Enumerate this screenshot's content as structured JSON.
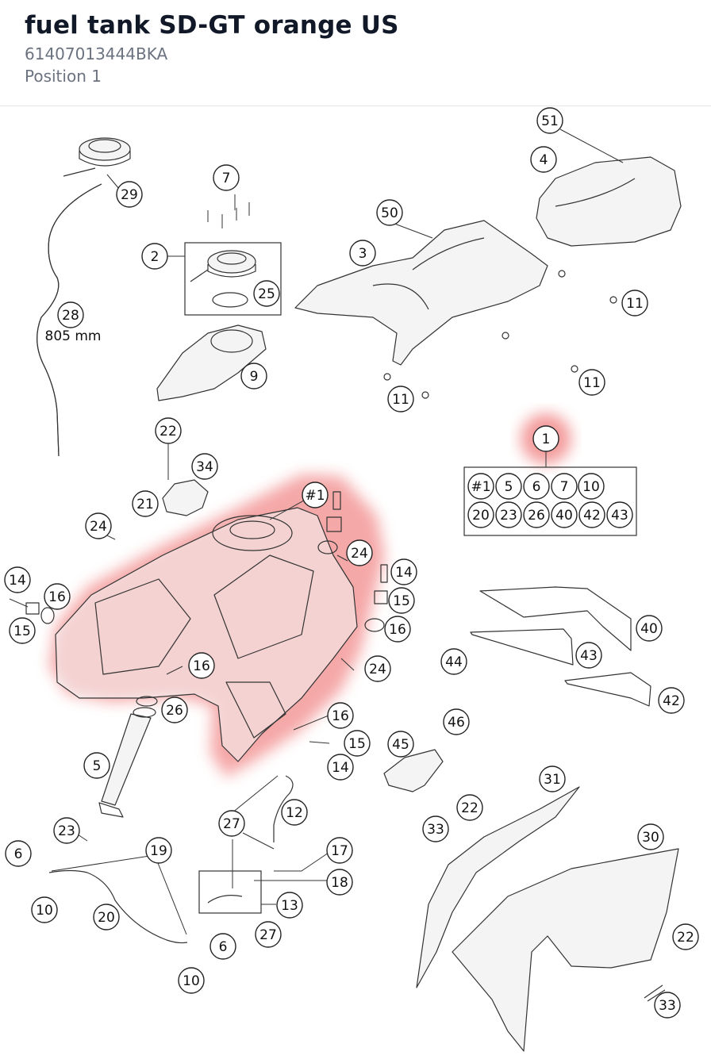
{
  "header": {
    "title": "fuel tank SD-GT orange US",
    "part_number": "61407013444BKA",
    "position_label": "Position 1"
  },
  "highlight_color": "#f28b8b",
  "callouts": [
    {
      "id": "c51",
      "label": "51"
    },
    {
      "id": "c4",
      "label": "4"
    },
    {
      "id": "c29",
      "label": "29"
    },
    {
      "id": "c7",
      "label": "7"
    },
    {
      "id": "c50",
      "label": "50"
    },
    {
      "id": "c2",
      "label": "2"
    },
    {
      "id": "c3",
      "label": "3"
    },
    {
      "id": "c25",
      "label": "25"
    },
    {
      "id": "c11a",
      "label": "11"
    },
    {
      "id": "c28",
      "label": "28"
    },
    {
      "id": "c9",
      "label": "9"
    },
    {
      "id": "c11b",
      "label": "11"
    },
    {
      "id": "c11c",
      "label": "11"
    },
    {
      "id": "c1",
      "label": "1"
    },
    {
      "id": "c22a",
      "label": "22"
    },
    {
      "id": "c34",
      "label": "34"
    },
    {
      "id": "c21",
      "label": "21"
    },
    {
      "id": "c1hash",
      "label": "#1"
    },
    {
      "id": "c24a",
      "label": "24"
    },
    {
      "id": "c24b",
      "label": "24"
    },
    {
      "id": "c14a",
      "label": "14"
    },
    {
      "id": "c14b",
      "label": "14"
    },
    {
      "id": "c16a",
      "label": "16"
    },
    {
      "id": "c15a",
      "label": "15"
    },
    {
      "id": "c15b",
      "label": "15"
    },
    {
      "id": "c16b",
      "label": "16"
    },
    {
      "id": "c40",
      "label": "40"
    },
    {
      "id": "c43",
      "label": "43"
    },
    {
      "id": "c44",
      "label": "44"
    },
    {
      "id": "c24c",
      "label": "24"
    },
    {
      "id": "c16c",
      "label": "16"
    },
    {
      "id": "c42",
      "label": "42"
    },
    {
      "id": "c26",
      "label": "26"
    },
    {
      "id": "c16d",
      "label": "16"
    },
    {
      "id": "c46",
      "label": "46"
    },
    {
      "id": "c15c",
      "label": "15"
    },
    {
      "id": "c45",
      "label": "45"
    },
    {
      "id": "c5",
      "label": "5"
    },
    {
      "id": "c14c",
      "label": "14"
    },
    {
      "id": "c31",
      "label": "31"
    },
    {
      "id": "c12",
      "label": "12"
    },
    {
      "id": "c22b",
      "label": "22"
    },
    {
      "id": "c27a",
      "label": "27"
    },
    {
      "id": "c23",
      "label": "23"
    },
    {
      "id": "c33a",
      "label": "33"
    },
    {
      "id": "c30",
      "label": "30"
    },
    {
      "id": "c19",
      "label": "19"
    },
    {
      "id": "c6a",
      "label": "6"
    },
    {
      "id": "c17",
      "label": "17"
    },
    {
      "id": "c18",
      "label": "18"
    },
    {
      "id": "c13",
      "label": "13"
    },
    {
      "id": "c10a",
      "label": "10"
    },
    {
      "id": "c20",
      "label": "20"
    },
    {
      "id": "c27b",
      "label": "27"
    },
    {
      "id": "c22c",
      "label": "22"
    },
    {
      "id": "c6b",
      "label": "6"
    },
    {
      "id": "c10b",
      "label": "10"
    },
    {
      "id": "c33b",
      "label": "33"
    }
  ],
  "kit_box": {
    "labels": [
      "#1",
      "5",
      "6",
      "7",
      "10",
      "20",
      "23",
      "26",
      "40",
      "42",
      "43"
    ]
  },
  "dimension_label": "805 mm"
}
